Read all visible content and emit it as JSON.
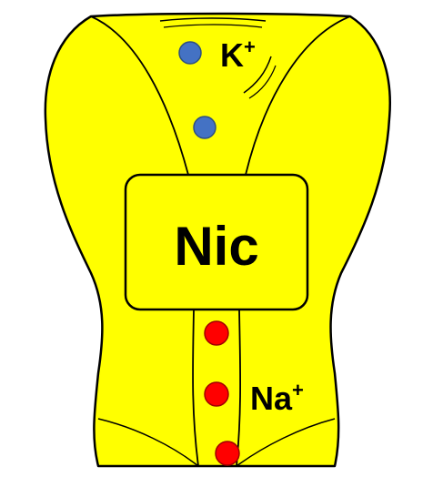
{
  "labels": {
    "center": "Nic",
    "top_ion_symbol": "K",
    "top_ion_charge": "+",
    "bottom_ion_symbol": "Na",
    "bottom_ion_charge": "+"
  },
  "colors": {
    "channel_fill": "#ffff00",
    "outline": "#000000",
    "potassium_ion": "#4472c4",
    "sodium_ion": "#ff0000"
  },
  "ions": {
    "potassium_count": 2,
    "sodium_count": 3
  }
}
